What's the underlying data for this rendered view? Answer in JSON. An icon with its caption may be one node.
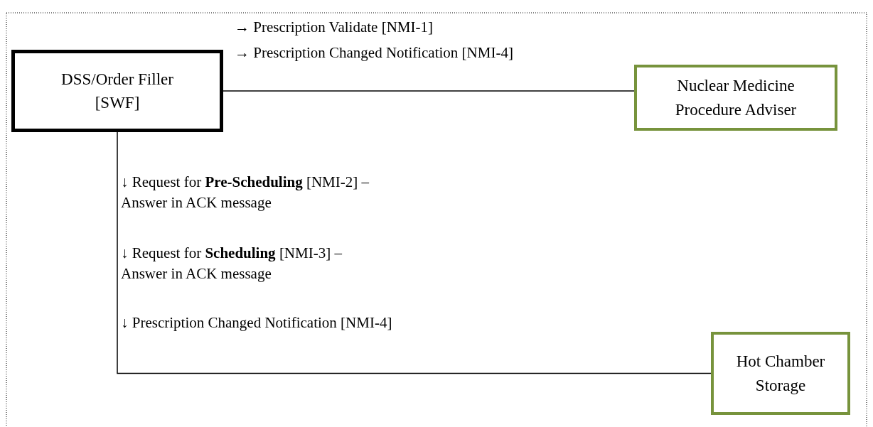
{
  "diagram": {
    "nodes": [
      {
        "text": [
          "DSS/Order Filler [SWF]"
        ]
      },
      {
        "text": [
          "Nuclear Medicine Procedure Adviser"
        ]
      },
      {
        "text": [
          "Hot Chamber Storage"
        ]
      }
    ],
    "edges": [
      {
        "from": 0,
        "to": 1,
        "arrow": "none"
      },
      {
        "from": 0,
        "to": 2,
        "arrow": "none"
      }
    ],
    "labels": [
      "→ Prescription Validate [NMI-1]",
      "→ Prescription Changed Notification [NMI-4]",
      "↓ Request for **Pre-Scheduling** [NMI-2] – Answer in ACK message",
      "↓ Request for **Scheduling** [NMI-3] – Answer in ACK message",
      "↓ Prescription Changed Notification [NMI-4]"
    ]
  }
}
